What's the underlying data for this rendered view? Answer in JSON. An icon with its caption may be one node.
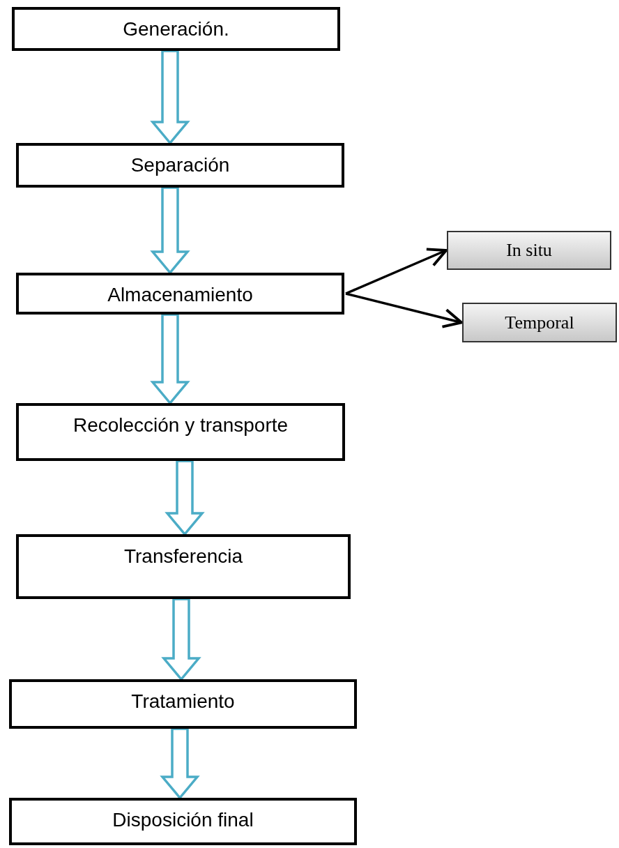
{
  "diagram": {
    "nodes": [
      {
        "text": [
          "Generación."
        ]
      },
      {
        "text": [
          "Separación"
        ]
      },
      {
        "text": [
          "Almacenamiento"
        ]
      },
      {
        "text": [
          "In situ"
        ]
      },
      {
        "text": [
          "Temporal"
        ]
      },
      {
        "text": [
          "Recolección y transporte"
        ]
      },
      {
        "text": [
          "Transferencia"
        ]
      },
      {
        "text": [
          "Tratamiento"
        ]
      },
      {
        "text": [
          "Disposición final"
        ]
      }
    ],
    "edges": [
      {
        "from": 0,
        "to": 1,
        "arrow": "to"
      },
      {
        "from": 1,
        "to": 2,
        "arrow": "to"
      },
      {
        "from": 2,
        "to": 3,
        "arrow": "to",
        "color": "#000000"
      },
      {
        "from": 2,
        "to": 4,
        "arrow": "to",
        "color": "#000000"
      },
      {
        "from": 2,
        "to": 5,
        "arrow": "to"
      },
      {
        "from": 5,
        "to": 6,
        "arrow": "to"
      },
      {
        "from": 6,
        "to": 7,
        "arrow": "to"
      },
      {
        "from": 7,
        "to": 8,
        "arrow": "to"
      }
    ]
  }
}
